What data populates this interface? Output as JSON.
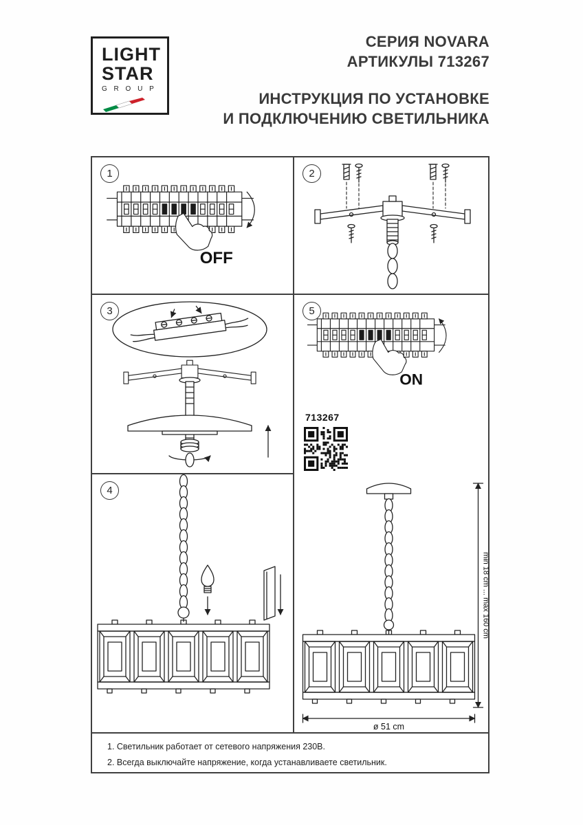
{
  "header": {
    "logo": {
      "line1": "LIGHT",
      "line2": "STAR",
      "line3": "G R O U P"
    },
    "series": "СЕРИЯ NOVARA",
    "articles": "АРТИКУЛЫ 713267",
    "title_line1": "ИНСТРУКЦИЯ ПО УСТАНОВКЕ",
    "title_line2": "И ПОДКЛЮЧЕНИЮ СВЕТИЛЬНИКА"
  },
  "steps": {
    "step1": {
      "number": "1",
      "label": "OFF"
    },
    "step2": {
      "number": "2"
    },
    "step3": {
      "number": "3"
    },
    "step4": {
      "number": "4"
    },
    "step5": {
      "number": "5",
      "label": "ON"
    }
  },
  "product": {
    "article": "713267"
  },
  "dimensions": {
    "height_range": "min 18 cm ... max 160 cm",
    "diameter": "ø 51 cm"
  },
  "notes": [
    "1. Светильник работает от сетевого напряжения 230В.",
    "2. Всегда выключайте напряжение, когда устанавливаете светильник."
  ],
  "colors": {
    "ink": "#222222",
    "flag_green": "#008C45",
    "flag_red": "#CD212A"
  }
}
